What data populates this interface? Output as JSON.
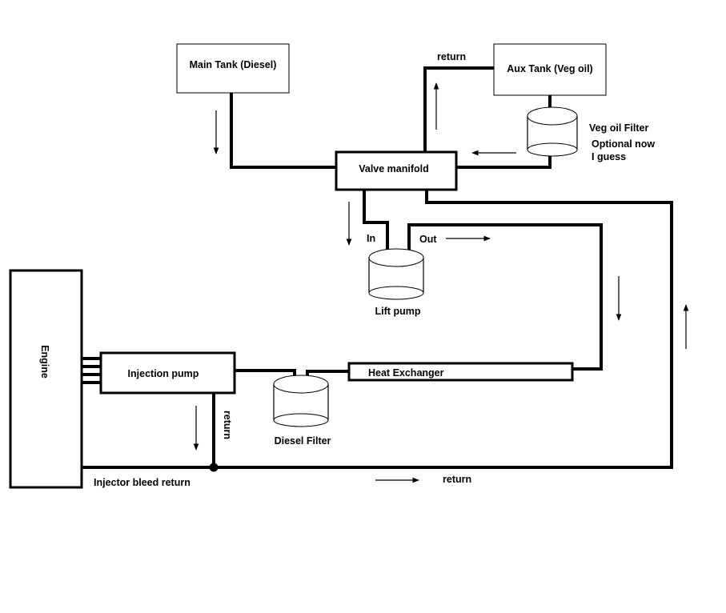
{
  "diagram": {
    "components": {
      "main_tank": "Main Tank (Diesel)",
      "aux_tank": "Aux Tank (Veg oil)",
      "veg_oil_filter": "Veg oil Filter",
      "veg_oil_filter_note_1": "Optional now",
      "veg_oil_filter_note_2": "I guess",
      "valve_manifold": "Valve manifold",
      "lift_pump": "Lift pump",
      "lift_pump_in": "In",
      "lift_pump_out": "Out",
      "engine": "Engine",
      "injection_pump": "Injection pump",
      "heat_exchanger": "Heat Exchanger",
      "diesel_filter": "Diesel Filter",
      "injector_bleed_return": "Injector bleed return"
    },
    "flow_labels": {
      "aux_return": "return",
      "pump_return": "return",
      "bottom_return": "return"
    },
    "colors": {
      "line": "#000000",
      "background": "#ffffff"
    }
  }
}
